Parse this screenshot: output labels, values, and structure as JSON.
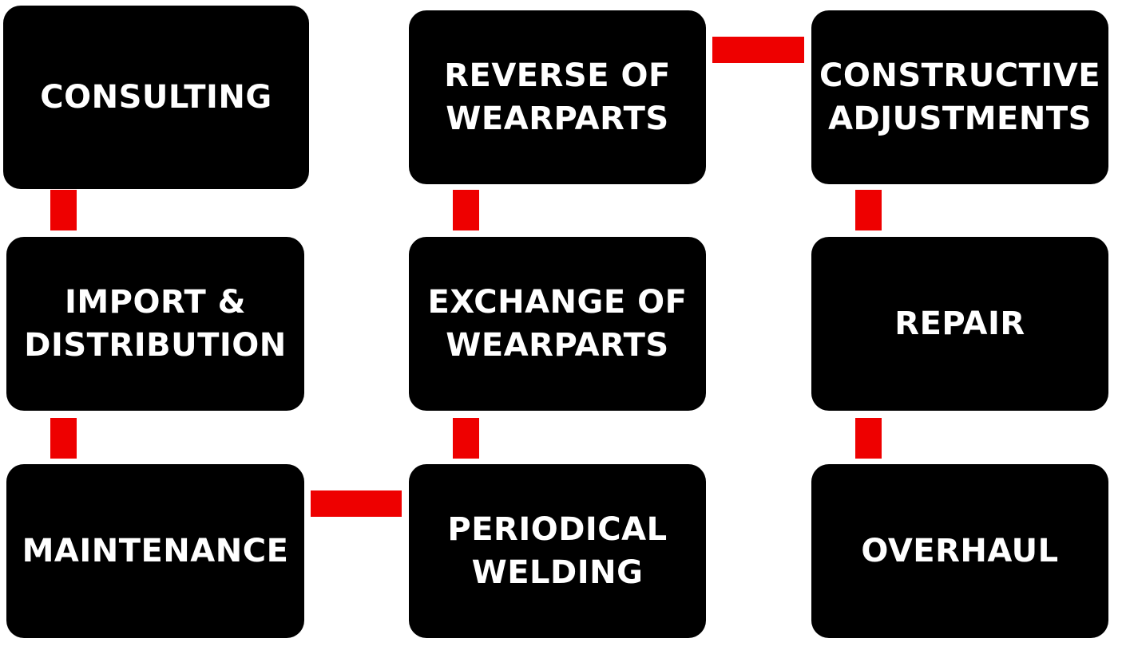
{
  "colors": {
    "box_fill": "#000000",
    "box_text": "#ffffff",
    "connector": "#ee0000",
    "background": "#ffffff"
  },
  "boxes": {
    "consulting": "CONSULTING",
    "import_distribution": "IMPORT &\nDISTRIBUTION",
    "maintenance": "MAINTENANCE",
    "reverse_of_wearparts": "REVERSE  OF\nWEARPARTS",
    "exchange_of_wearparts": "EXCHANGE  OF\nWEARPARTS",
    "periodical_welding": "PERIODICAL\nWELDING",
    "constructive_adjustments": "CONSTRUCTIVE\nADJUSTMENTS",
    "repair": "REPAIR",
    "overhaul": "OVERHAUL"
  }
}
